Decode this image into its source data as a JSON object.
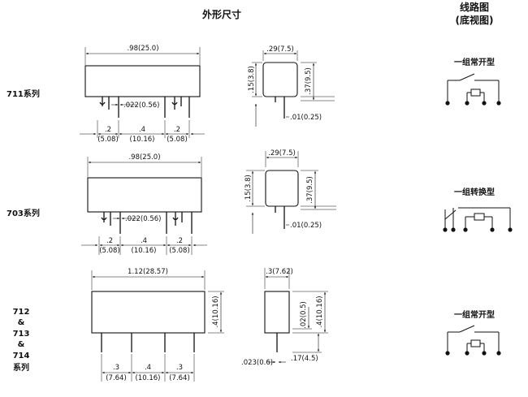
{
  "headings": {
    "outline": "外形尺寸",
    "circuit_line1": "线路图",
    "circuit_line2": "(底视图)"
  },
  "rows": [
    {
      "series_label": [
        "711系列"
      ],
      "front": {
        "length": ".98(25.0)",
        "pin_spacing": ".022(0.56)",
        "pitches": [
          {
            "inch": ".2",
            "mm": "(5.08)"
          },
          {
            "inch": ".4",
            "mm": "(10.16)"
          },
          {
            "inch": ".2",
            "mm": "(5.08)"
          }
        ]
      },
      "side": {
        "width": ".29(7.5)",
        "height": ".15(3.8)",
        "total_height": ".37(9.5)",
        "pin_thickness": ".01(0.25)"
      },
      "circuit": {
        "label": "一组常开型",
        "type": "normally-open"
      }
    },
    {
      "series_label": [
        "703系列"
      ],
      "front": {
        "length": ".98(25.0)",
        "pin_spacing": ".022(0.56)",
        "pitches": [
          {
            "inch": ".2",
            "mm": "(5.08)"
          },
          {
            "inch": ".4",
            "mm": "(10.16)"
          },
          {
            "inch": ".2",
            "mm": "(5.08)"
          }
        ]
      },
      "side": {
        "width": ".29(7.5)",
        "height": ".15(3.8)",
        "total_height": ".37(9.5)",
        "pin_thickness": ".01(0.25)"
      },
      "circuit": {
        "label": "一组转换型",
        "type": "changeover"
      }
    },
    {
      "series_label": [
        "712",
        "&",
        "713",
        "&",
        "714",
        "系列"
      ],
      "front": {
        "length": "1.12(28.57)",
        "height": ".4(10.16)",
        "pitches": [
          {
            "inch": ".3",
            "mm": "(7.64)"
          },
          {
            "inch": ".4",
            "mm": "(10.16)"
          },
          {
            "inch": ".3",
            "mm": "(7.64)"
          }
        ]
      },
      "side": {
        "width": ".3(7.62)",
        "height": ".4(10.16)",
        "pin_offset": ".02(0.5)",
        "pin_length": ".17(4.5)",
        "pin_thickness": ".023(0.6)"
      },
      "circuit": {
        "label": "一组常开型",
        "type": "normally-open"
      }
    }
  ]
}
